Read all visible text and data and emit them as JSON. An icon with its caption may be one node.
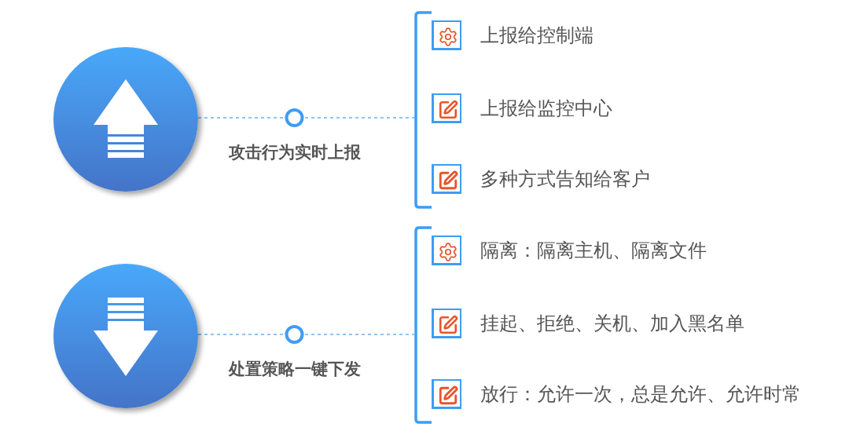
{
  "diagram": {
    "nodes": [
      {
        "text": [],
        "shape": "circle"
      },
      {
        "text": [],
        "shape": "bracket"
      },
      {
        "text": [
          "上报给控制端"
        ]
      },
      {
        "text": [
          "上报给监控中心"
        ]
      },
      {
        "text": [
          "多种方式告知给客户"
        ]
      },
      {
        "text": [],
        "shape": "circle"
      },
      {
        "text": [],
        "shape": "bracket"
      },
      {
        "text": [
          "隔离：隔离主机、隔离文件"
        ]
      },
      {
        "text": [
          "挂起、拒绝、关机、加入黑名单"
        ]
      },
      {
        "text": [
          "放行：允许一次，总是允许、允许时常"
        ]
      }
    ],
    "edges": [
      {
        "from": 0,
        "to": 1,
        "arrow": "none",
        "style": "dashed",
        "label": "攻击行为实时上报"
      },
      {
        "from": 5,
        "to": 6,
        "arrow": "none",
        "style": "dashed",
        "label": "处置策略一键下发"
      }
    ]
  }
}
